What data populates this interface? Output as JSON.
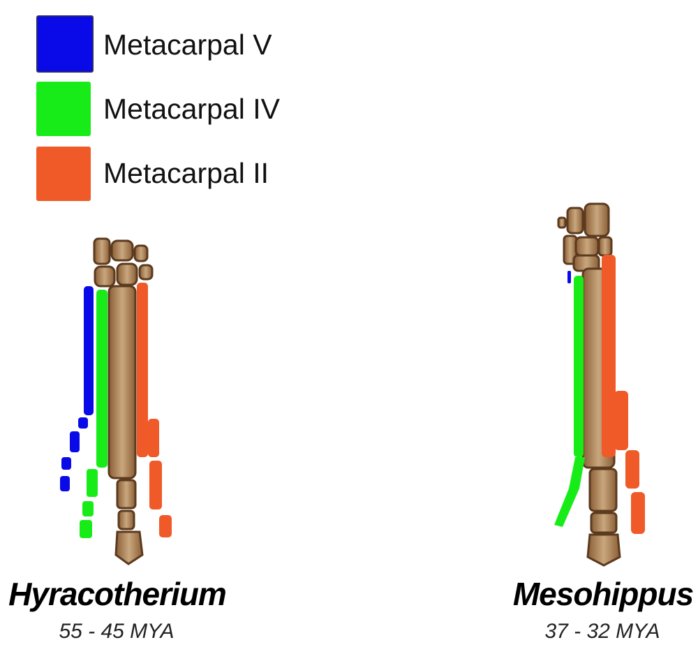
{
  "legend": [
    {
      "label": "Metacarpal V",
      "color": "#0a0ae8"
    },
    {
      "label": "Metacarpal IV",
      "color": "#18ec18"
    },
    {
      "label": "Metacarpal II",
      "color": "#f05a28"
    }
  ],
  "bone_color": "#a57a4e",
  "bone_outline": "#5b3a1e",
  "specimens": [
    {
      "name": "Hyracotherium",
      "age": "55 - 45 MYA"
    },
    {
      "name": "Mesohippus",
      "age": "37 - 32 MYA"
    }
  ]
}
